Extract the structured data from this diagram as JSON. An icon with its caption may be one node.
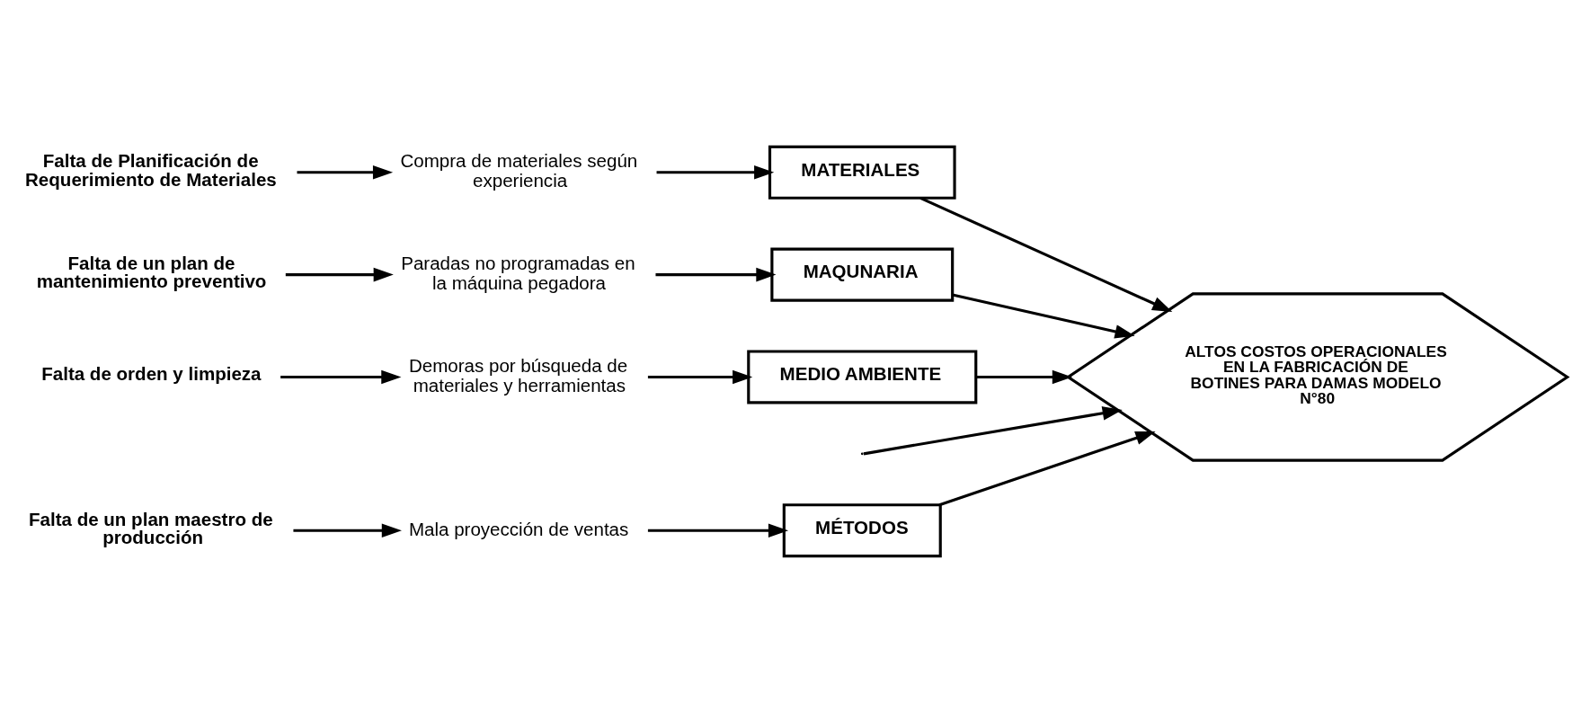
{
  "diagram": {
    "nodes": [
      {
        "text": [
          "MÉTODOS"
        ]
      },
      {
        "text": [
          "Mala proyección de ventas"
        ]
      },
      {
        "text": [
          "Falta de un plan maestro de producción"
        ]
      },
      {
        "text": [
          "MATERIALES"
        ]
      },
      {
        "text": [
          "Compra de materiales según experiencia"
        ]
      },
      {
        "text": [
          "Falta de Planificación de Requerimiento de Materiales"
        ]
      },
      {
        "text": [
          "ALTOS COSTOS OPERACIONALES EN LA FABRICACIÓN DE BOTINES PARA DAMAS MODELO N°80"
        ]
      },
      {
        "text": [
          "Paradas no programadas en la máquina pegadora"
        ]
      },
      {
        "text": [
          "Falta de un plan de mantenimiento preventivo"
        ]
      },
      {
        "text": [
          "MAQUNARIA"
        ]
      },
      {
        "text": [
          "Demoras por búsqueda de materiales y herramientas"
        ]
      },
      {
        "text": [
          "Falta de orden y limpieza"
        ]
      },
      {
        "text": [
          "MEDIO AMBIENTE"
        ]
      }
    ],
    "edges": [
      {
        "from": null,
        "to": 6,
        "arrow": "to"
      },
      {
        "from": 0,
        "to": 6,
        "arrow": "to"
      },
      {
        "from": 3,
        "to": 6,
        "arrow": "to"
      },
      {
        "from": 9,
        "to": 6,
        "arrow": "to"
      },
      {
        "from": 12,
        "to": 6,
        "arrow": "to"
      },
      {
        "from": 1,
        "to": 0,
        "arrow": "to"
      },
      {
        "from": 2,
        "to": 1,
        "arrow": "to"
      },
      {
        "from": 4,
        "to": 3,
        "arrow": "to"
      },
      {
        "from": 5,
        "to": 4,
        "arrow": "to"
      },
      {
        "from": 7,
        "to": 9,
        "arrow": "to"
      },
      {
        "from": 8,
        "to": 7,
        "arrow": "to"
      },
      {
        "from": 10,
        "to": 12,
        "arrow": "to"
      },
      {
        "from": 11,
        "to": 10,
        "arrow": "to"
      }
    ]
  }
}
